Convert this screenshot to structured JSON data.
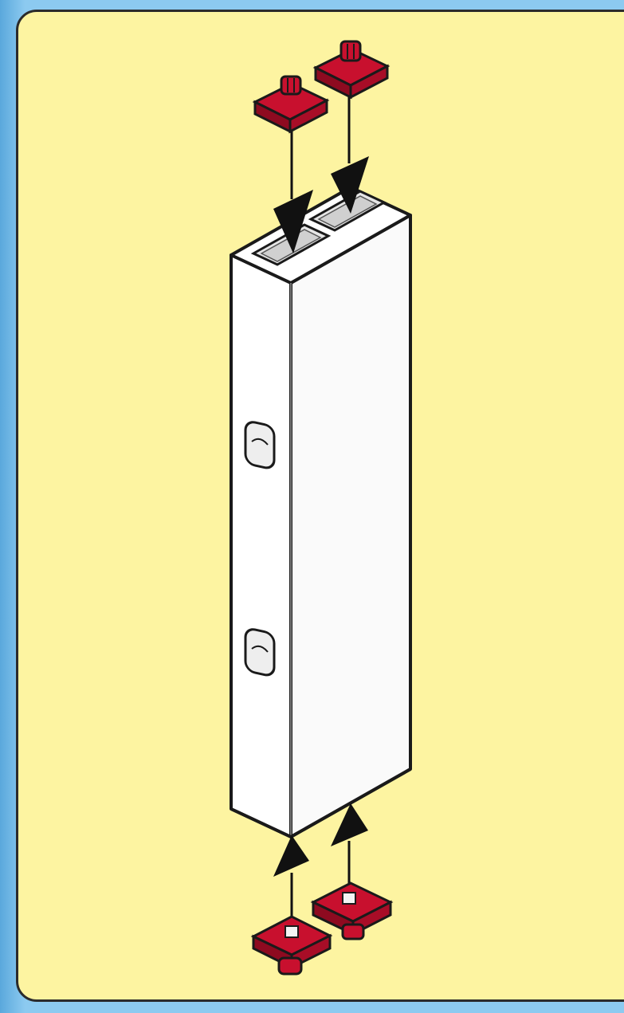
{
  "diagram": {
    "colors": {
      "background_frame": "#8ccaf0",
      "panel": "#fdf4a1",
      "outline": "#1a1a1a",
      "post_front": "#ffffff",
      "post_side": "#f2f2f2",
      "cap_red": "#c8102e",
      "cap_red_dark": "#8e0a20",
      "arrow": "#111111"
    },
    "parts": [
      {
        "name": "rectangular-post"
      },
      {
        "name": "end-cap",
        "count": 4
      },
      {
        "name": "side-hole",
        "count": 2
      }
    ]
  }
}
